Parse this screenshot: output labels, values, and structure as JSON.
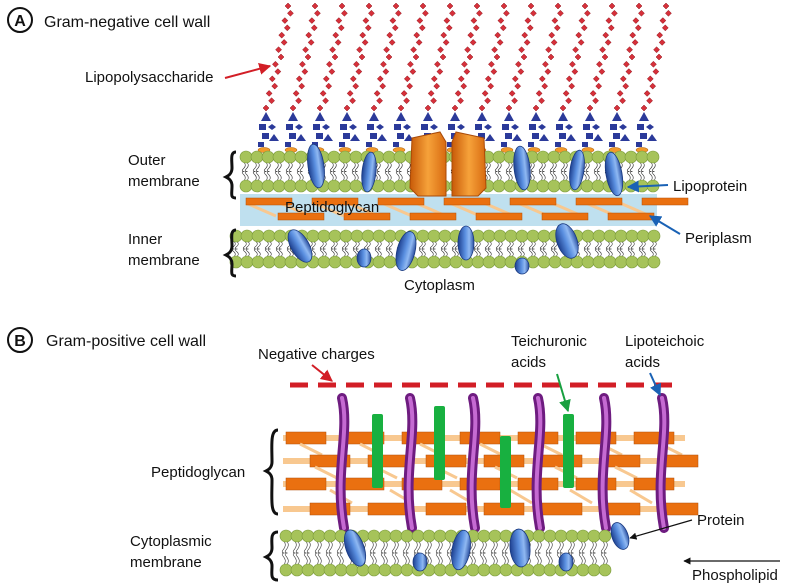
{
  "panel_a": {
    "badge": "A",
    "title": "Gram-negative cell wall",
    "labels": {
      "lps": "Lipopolysaccharide",
      "outer_1": "Outer",
      "outer_2": "membrane",
      "peptidoglycan": "Peptidoglycan",
      "lipoprotein": "Lipoprotein",
      "inner_1": "Inner",
      "inner_2": "membrane",
      "periplasm": "Periplasm",
      "cytoplasm": "Cytoplasm"
    }
  },
  "panel_b": {
    "badge": "B",
    "title": "Gram-positive cell wall",
    "labels": {
      "negative_charges": "Negative charges",
      "teichuronic_1": "Teichuronic",
      "teichuronic_2": "acids",
      "lipoteichoic_1": "Lipoteichoic",
      "lipoteichoic_2": "acids",
      "peptidoglycan": "Peptidoglycan",
      "protein": "Protein",
      "cyto_1": "Cytoplasmic",
      "cyto_2": "membrane",
      "phospholipid": "Phospholipid"
    }
  },
  "colors": {
    "lps_red": "#d6303a",
    "sugar_blue": "#2b3a9a",
    "lipid_green": "#a6c35a",
    "peptidoglycan_orange": "#ea7010",
    "peptide_light": "#f8c890",
    "protein_blue": "#3b6fc4",
    "periplasm_blue": "#bfe0ef",
    "porin_orange": "#f08a1a",
    "teichoic_purple": "#9b2fa8",
    "teichuronic_green": "#18b040",
    "arrow_red": "#d21e26",
    "arrow_blue": "#1a62b5",
    "arrow_green": "#18a040"
  }
}
